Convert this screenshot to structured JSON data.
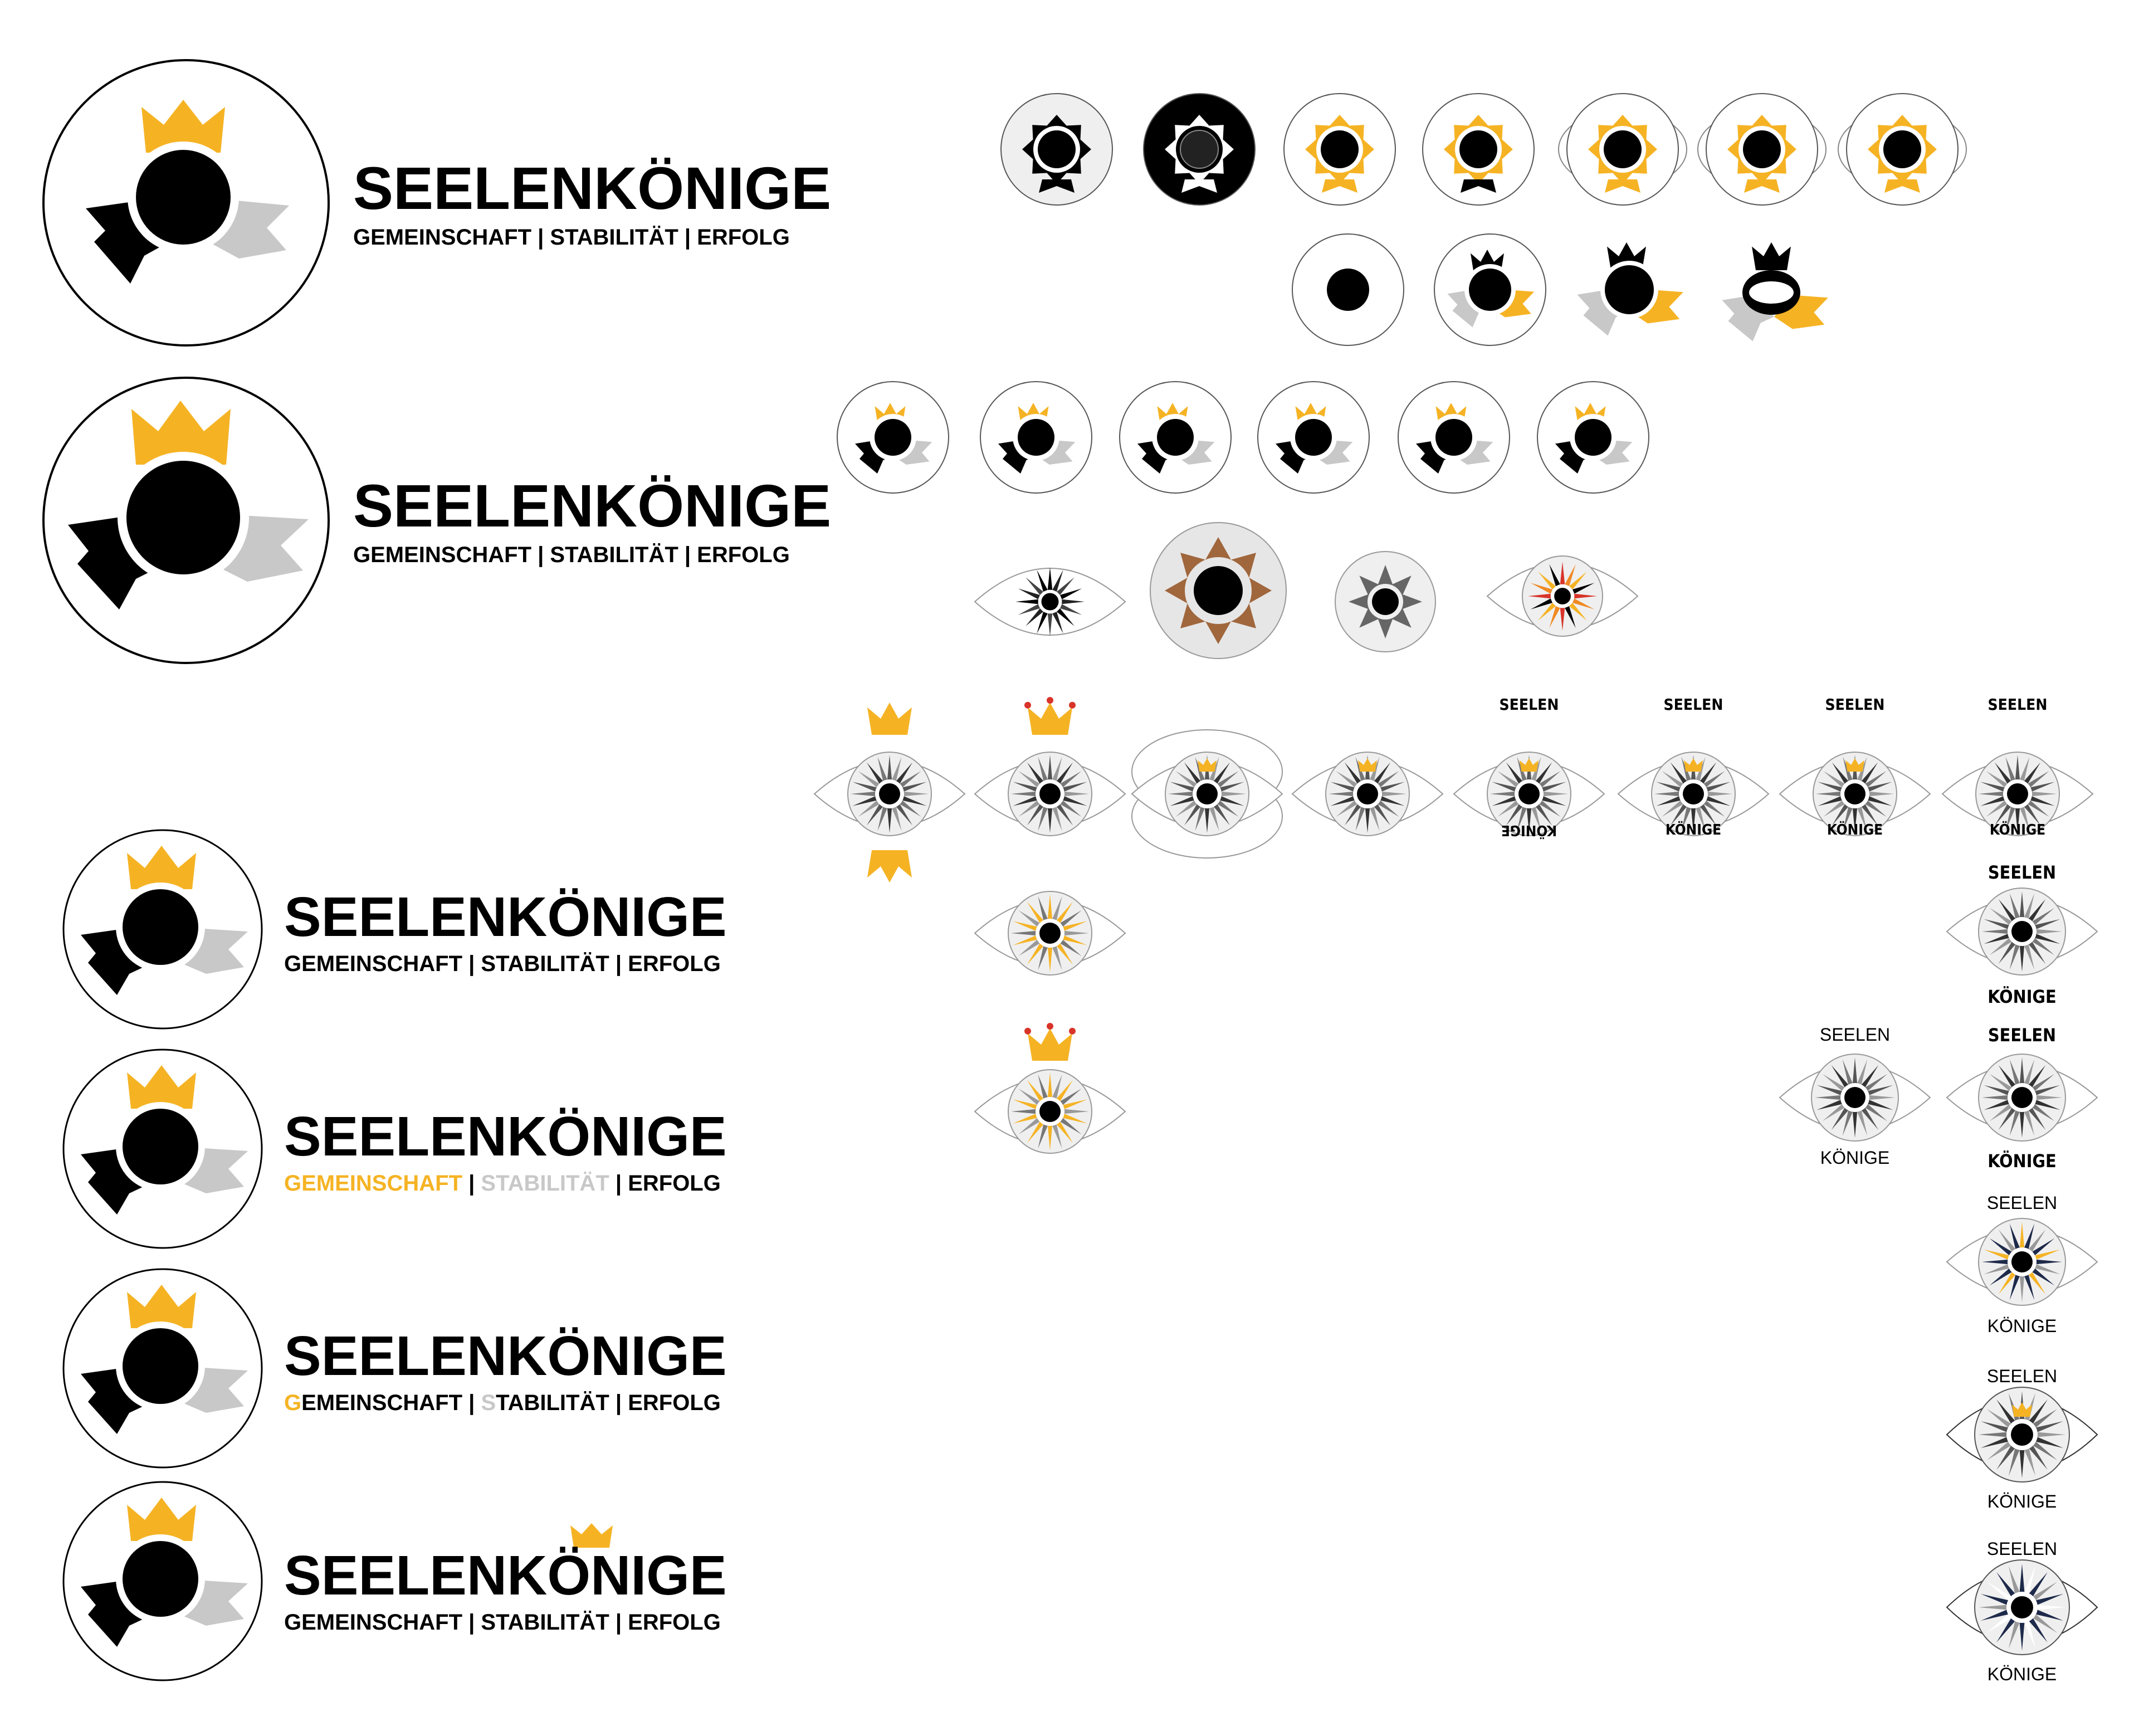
{
  "brand": {
    "name": "SEELENKÖNIGE",
    "tagline": "GEMEINSCHAFT | STABILITÄT | ERFOLG",
    "tagline_parts": [
      "GEMEINSCHAFT",
      " | ",
      "STABILITÄT",
      " | ",
      "ERFOLG"
    ],
    "tagline_initials": {
      "g": "G",
      "g_rest": "EMEINSCHAFT",
      "s": "S",
      "s_rest": "TABILITÄT"
    }
  },
  "labels": {
    "top": "SEELEN",
    "bottom": "KÖNIGE"
  },
  "colors": {
    "gold": "#F5B324",
    "grey": "#C8C8C8",
    "dark_grey": "#666666",
    "black": "#000000",
    "brown": "#A0663C",
    "red": "#D8342A",
    "orange": "#F08A24",
    "navy": "#1E2A4A",
    "tile_bg": "#EFEFEF"
  },
  "icons": [
    "crown-icon",
    "sun-eye-icon",
    "ribbon-icon",
    "starburst-icon",
    "eye-outline-icon"
  ]
}
